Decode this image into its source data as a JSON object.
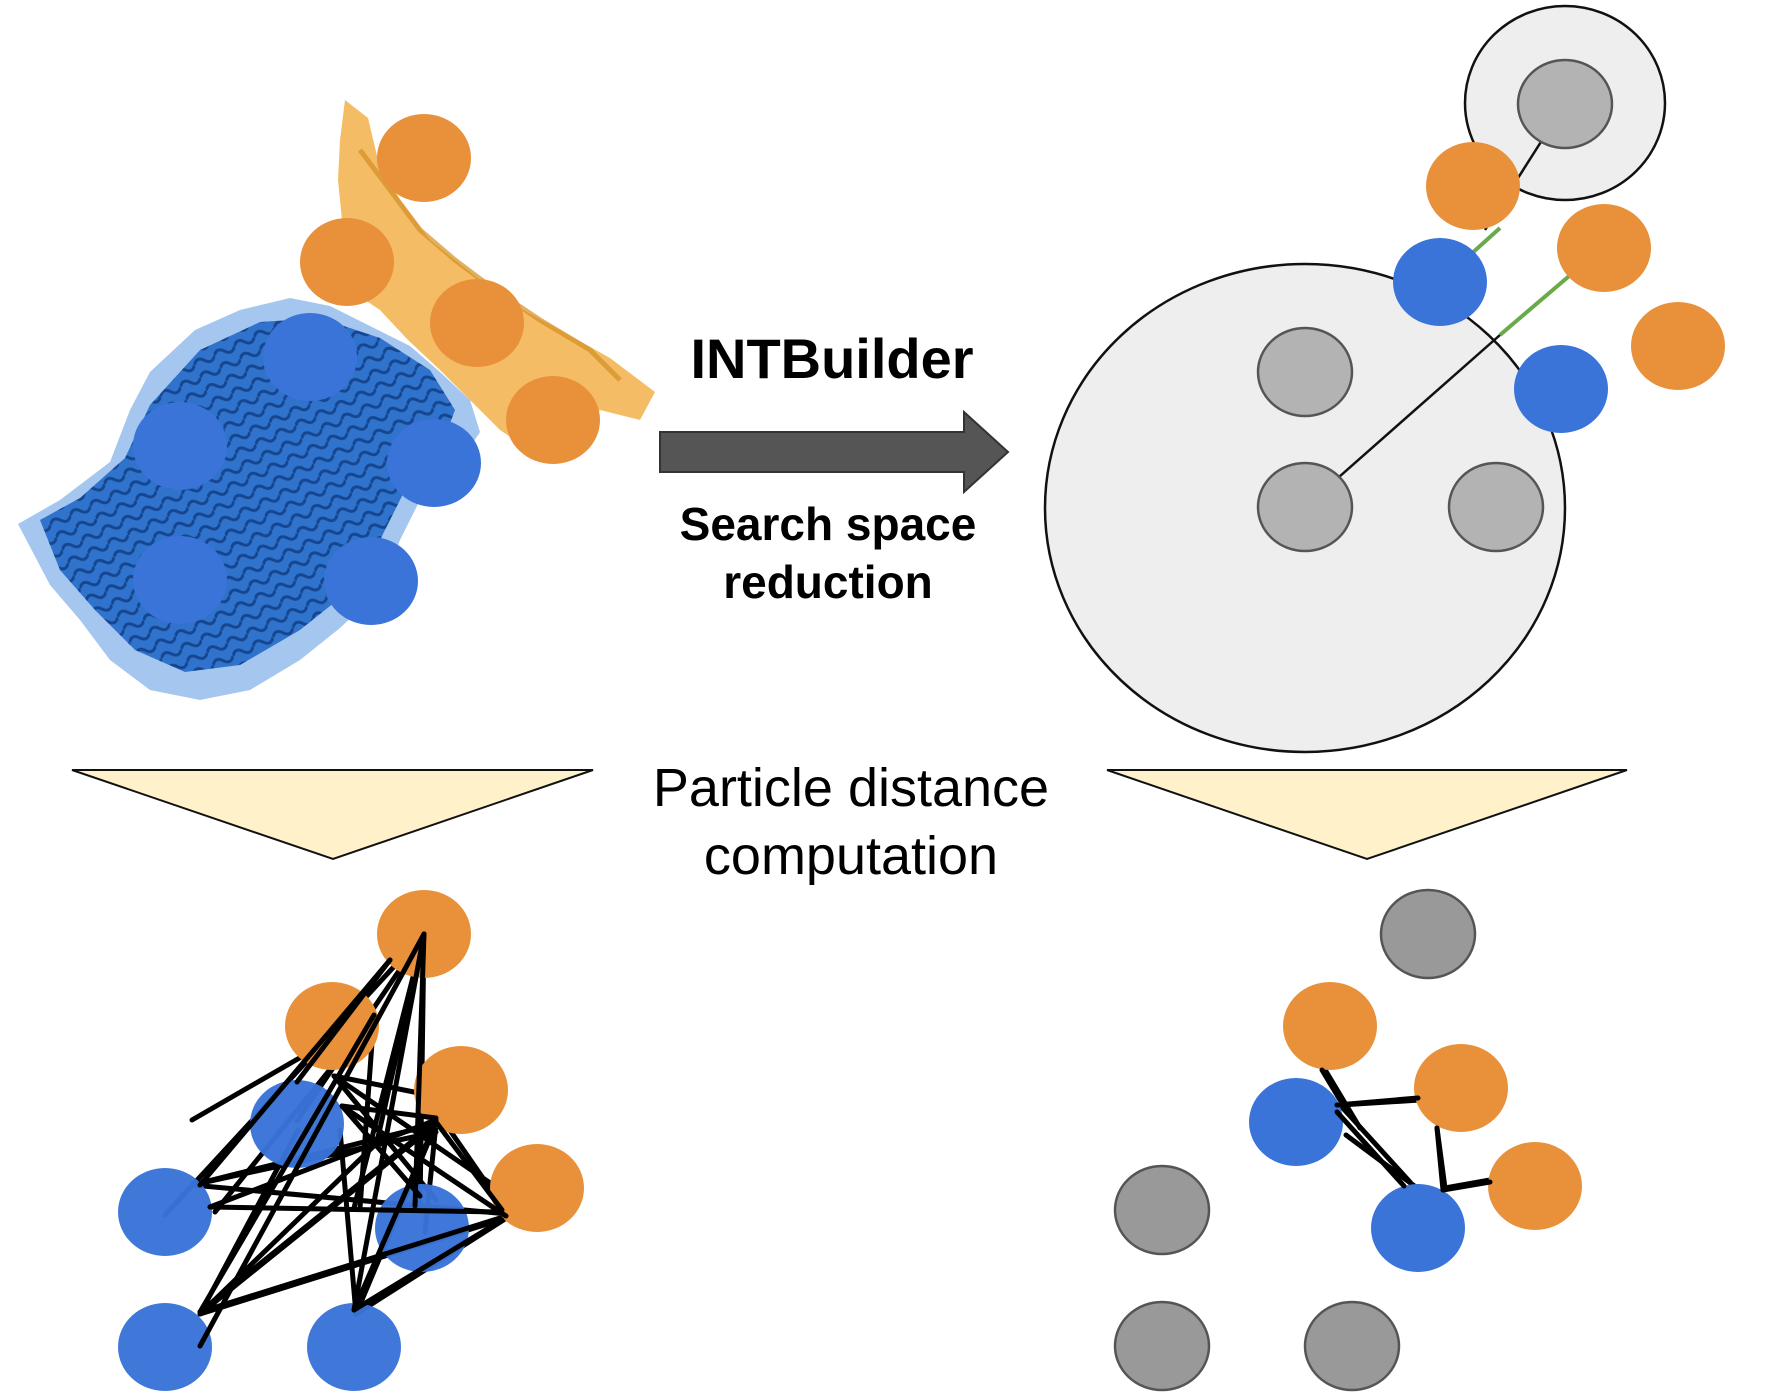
{
  "title": "INTBuilder",
  "arrow_label": [
    "Search space",
    "reduction"
  ],
  "center_label": [
    "Particle distance",
    "computation"
  ],
  "colors": {
    "orange": "#e8913a",
    "blue": "#3a74d8",
    "gray_light": "#b3b3b3",
    "gray_dark": "#999999",
    "domain_fill": "#eeeeee",
    "funnel_fill": "#fff1c9",
    "arrow": "#555555",
    "green_link": "#6aaa4a",
    "protein_blue": "#1a5fb8",
    "protein_orange": "#f2b24a"
  },
  "icons": [
    "protein-structure-icon",
    "right-arrow-icon",
    "funnel-icon"
  ]
}
